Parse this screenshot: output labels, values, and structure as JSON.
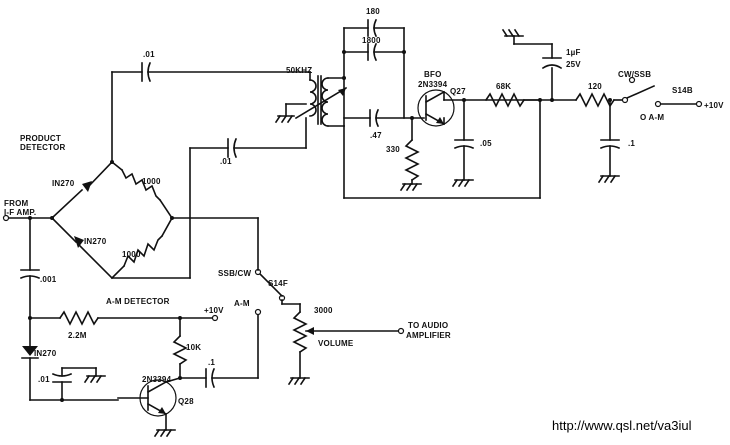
{
  "labels": {
    "cap_180": "180",
    "cap_1800": "1800",
    "cap_01_top": ".01",
    "xfmr_50khz": "50KHZ",
    "bfo": "BFO",
    "bfo_part": "2N3394",
    "q27": "Q27",
    "cap_47": ".47",
    "res_330": "330",
    "cap_05": ".05",
    "res_68k": "68K",
    "cap_1uf": "1µF",
    "cap_1uf_v": "25V",
    "res_120": "120",
    "cap_1": ".1",
    "cw_ssb": "CW/SSB",
    "s14b": "S14B",
    "o_am": "O A-M",
    "plus10v_right": "+10V",
    "product_detector_1": "PRODUCT",
    "product_detector_2": "DETECTOR",
    "diode_in270_1": "IN270",
    "res_1000_1": "1000",
    "cap_01_mid": ".01",
    "from_if_1": "FROM",
    "from_if_2": "I-F AMP.",
    "diode_in270_2": "IN270",
    "res_1000_2": "1000",
    "ssb_cw": "SSB/CW",
    "s14f": "S14F",
    "cap_001": ".001",
    "am_detector": "A-M DETECTOR",
    "am": "A-M",
    "plus10v_mid": "+10V",
    "res_3000": "3000",
    "to_audio_1": "TO AUDIO",
    "to_audio_2": "AMPLIFIER",
    "volume": "VOLUME",
    "res_22m": "2.2M",
    "diode_in270_3": "IN270",
    "res_10k": "10K",
    "cap_1_low": ".1",
    "cap_01_low": ".01",
    "q28_part": "2N3394",
    "q28": "Q28",
    "url": "http://www.qsl.net/va3iul"
  }
}
